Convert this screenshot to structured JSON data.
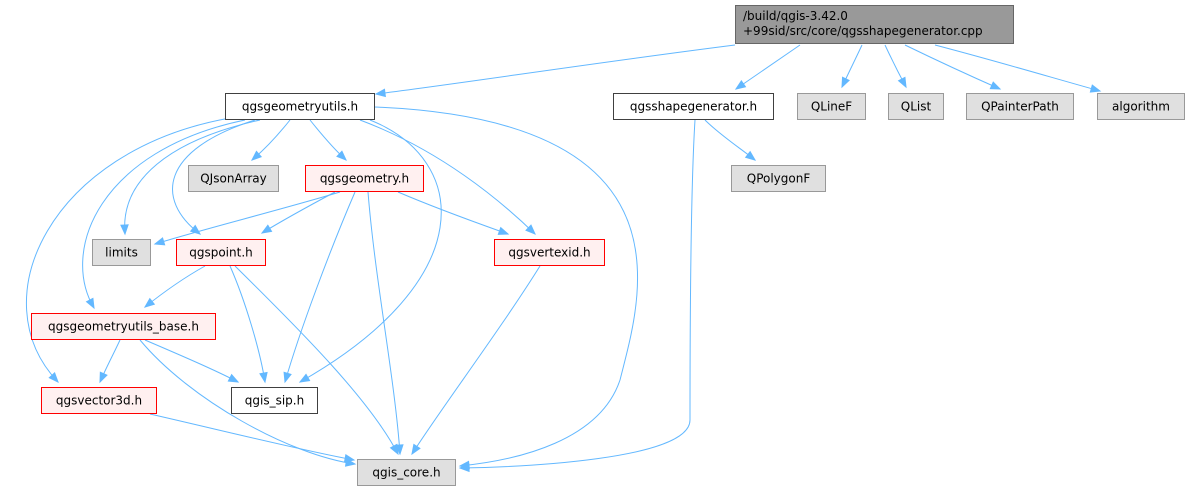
{
  "graph": {
    "root": "root",
    "nodes": [
      {
        "id": "root",
        "lines": [
          "/build/qgis-3.42.0",
          "+99sid/src/core/qgsshapegenerator.cpp"
        ],
        "kind": "root"
      },
      {
        "id": "qgsgeometryutils",
        "lines": [
          "qgsgeometryutils.h"
        ],
        "kind": "normal"
      },
      {
        "id": "qgsshapegenerator",
        "lines": [
          "qgsshapegenerator.h"
        ],
        "kind": "normal"
      },
      {
        "id": "qlinef",
        "lines": [
          "QLineF"
        ],
        "kind": "external"
      },
      {
        "id": "qlist",
        "lines": [
          "QList"
        ],
        "kind": "external"
      },
      {
        "id": "qpainterpath",
        "lines": [
          "QPainterPath"
        ],
        "kind": "external"
      },
      {
        "id": "algorithm",
        "lines": [
          "algorithm"
        ],
        "kind": "external"
      },
      {
        "id": "qjsonarray",
        "lines": [
          "QJsonArray"
        ],
        "kind": "external"
      },
      {
        "id": "qgsgeometry",
        "lines": [
          "qgsgeometry.h"
        ],
        "kind": "truncated"
      },
      {
        "id": "qpolygonf",
        "lines": [
          "QPolygonF"
        ],
        "kind": "external"
      },
      {
        "id": "limits",
        "lines": [
          "limits"
        ],
        "kind": "external"
      },
      {
        "id": "qgspoint",
        "lines": [
          "qgspoint.h"
        ],
        "kind": "truncated"
      },
      {
        "id": "qgsvertexid",
        "lines": [
          "qgsvertexid.h"
        ],
        "kind": "truncated"
      },
      {
        "id": "qgsgeometryutils_base",
        "lines": [
          "qgsgeometryutils_base.h"
        ],
        "kind": "truncated"
      },
      {
        "id": "qgsvector3d",
        "lines": [
          "qgsvector3d.h"
        ],
        "kind": "truncated"
      },
      {
        "id": "qgis_sip",
        "lines": [
          "qgis_sip.h"
        ],
        "kind": "normal"
      },
      {
        "id": "qgis_core",
        "lines": [
          "qgis_core.h"
        ],
        "kind": "external"
      }
    ],
    "edges": [
      [
        "root",
        "qgsgeometryutils"
      ],
      [
        "root",
        "qgsshapegenerator"
      ],
      [
        "root",
        "qlinef"
      ],
      [
        "root",
        "qlist"
      ],
      [
        "root",
        "qpainterpath"
      ],
      [
        "root",
        "algorithm"
      ],
      [
        "qgsgeometryutils",
        "qjsonarray"
      ],
      [
        "qgsgeometryutils",
        "qgsgeometry"
      ],
      [
        "qgsgeometryutils",
        "limits"
      ],
      [
        "qgsgeometryutils",
        "qgspoint"
      ],
      [
        "qgsgeometryutils",
        "qgsvertexid"
      ],
      [
        "qgsgeometryutils",
        "qgsgeometryutils_base"
      ],
      [
        "qgsgeometryutils",
        "qgsvector3d"
      ],
      [
        "qgsgeometryutils",
        "qgis_sip"
      ],
      [
        "qgsgeometryutils",
        "qgis_core"
      ],
      [
        "qgsshapegenerator",
        "qpolygonf"
      ],
      [
        "qgsshapegenerator",
        "qgis_core"
      ],
      [
        "qgsgeometry",
        "limits"
      ],
      [
        "qgsgeometry",
        "qgspoint"
      ],
      [
        "qgsgeometry",
        "qgsvertexid"
      ],
      [
        "qgsgeometry",
        "qgis_sip"
      ],
      [
        "qgsgeometry",
        "qgis_core"
      ],
      [
        "qgspoint",
        "qgsgeometryutils_base"
      ],
      [
        "qgspoint",
        "qgis_sip"
      ],
      [
        "qgspoint",
        "qgis_core"
      ],
      [
        "qgsvertexid",
        "qgis_core"
      ],
      [
        "qgsgeometryutils_base",
        "qgsvector3d"
      ],
      [
        "qgsgeometryutils_base",
        "qgis_sip"
      ],
      [
        "qgsgeometryutils_base",
        "qgis_core"
      ],
      [
        "qgsvector3d",
        "qgis_core"
      ]
    ]
  },
  "colors": {
    "root_fill": "#999999",
    "root_border": "#666666",
    "normal_fill": "#ffffff",
    "normal_border": "#404040",
    "external_fill": "#e0e0e0",
    "external_border": "#999999",
    "truncated_fill": "#fff0f0",
    "truncated_border": "#ff0000",
    "edge": "#63b8ff"
  }
}
